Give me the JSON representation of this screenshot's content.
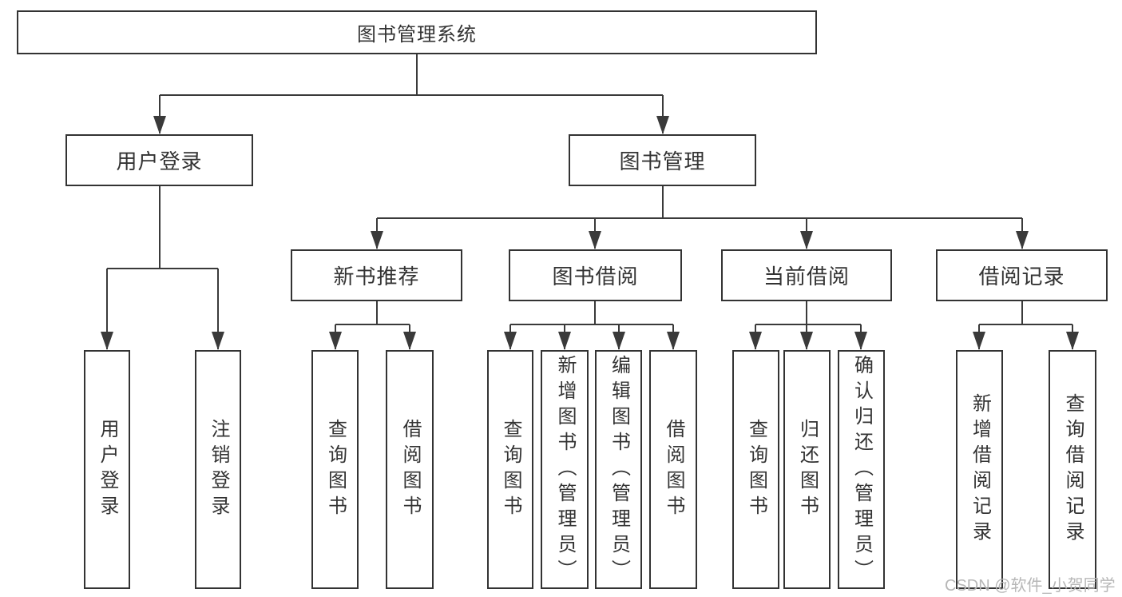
{
  "diagram": {
    "type": "hierarchy-tree",
    "tree": {
      "label": "图书管理系统",
      "children": [
        {
          "label": "用户登录",
          "children": [
            {
              "label": "用户登录"
            },
            {
              "label": "注销登录"
            }
          ]
        },
        {
          "label": "图书管理",
          "children": [
            {
              "label": "新书推荐",
              "children": [
                {
                  "label": "查询图书"
                },
                {
                  "label": "借阅图书"
                }
              ]
            },
            {
              "label": "图书借阅",
              "children": [
                {
                  "label": "查询图书"
                },
                {
                  "label": "新增图书（管理员）"
                },
                {
                  "label": "编辑图书（管理员）"
                },
                {
                  "label": "借阅图书"
                }
              ]
            },
            {
              "label": "当前借阅",
              "children": [
                {
                  "label": "查询图书"
                },
                {
                  "label": "归还图书"
                },
                {
                  "label": "确认归还（管理员）"
                }
              ]
            },
            {
              "label": "借阅记录",
              "children": [
                {
                  "label": "新增借阅记录"
                },
                {
                  "label": "查询借阅记录"
                }
              ]
            }
          ]
        }
      ]
    },
    "colors": {
      "line": "#3a3a3a",
      "box_border": "#333333",
      "box_fill": "#ffffff",
      "text": "#333333",
      "background": "#ffffff",
      "watermark": "#b7b7b7"
    }
  },
  "watermark": {
    "text": "CSDN @软件_小贺同学"
  }
}
